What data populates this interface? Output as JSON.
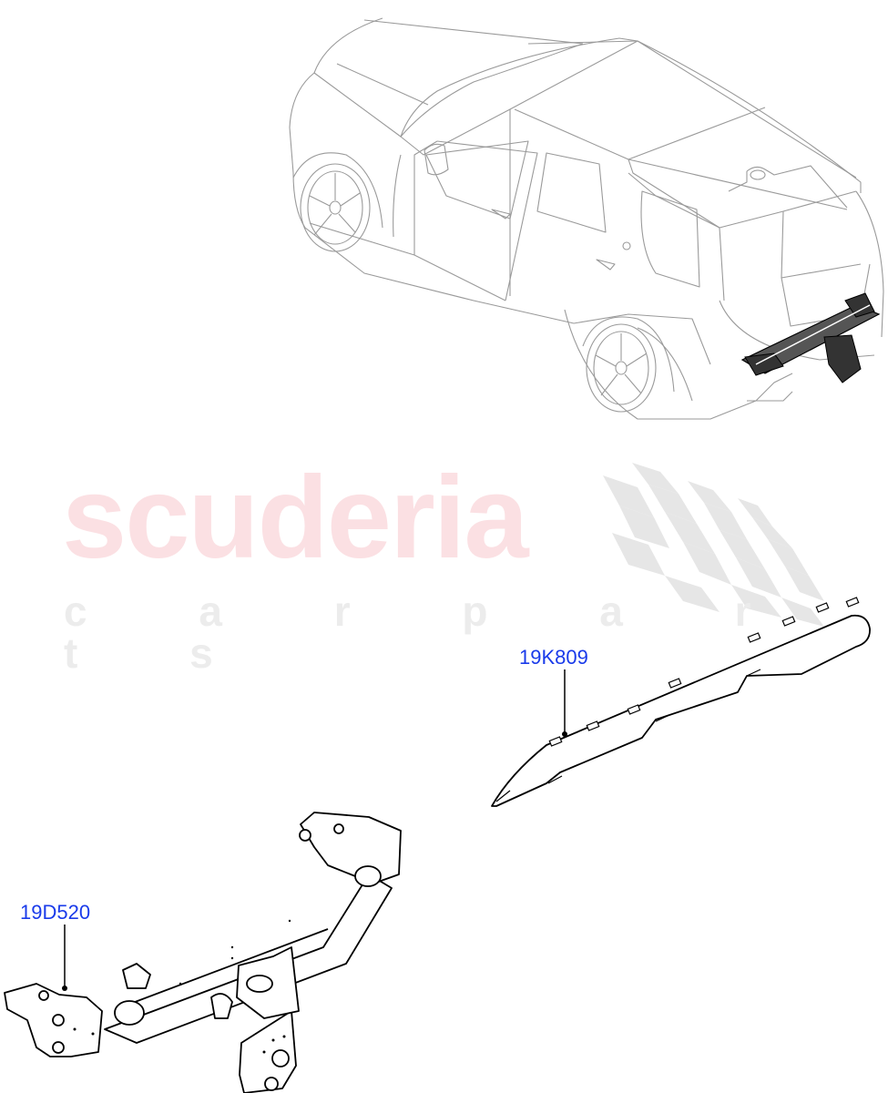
{
  "watermark": {
    "brand": "scuderia",
    "tagline": "c a r   p a r t s",
    "brand_color": "#fbe0e3",
    "tagline_color": "#ececec",
    "flag_color": "#e6e6e6"
  },
  "diagram": {
    "vehicle": "SUV overview, rear three-quarter view",
    "highlight": "rear tow bar assembly location"
  },
  "callouts": [
    {
      "id": "19K809",
      "label": "19K809",
      "part": "rear bumper lower trim / valance"
    },
    {
      "id": "19D520",
      "label": "19D520",
      "part": "tow bar assembly"
    }
  ],
  "colors": {
    "callout_text": "#1a3bea",
    "line_art": "#000000",
    "vehicle_ghost": "#9a9a9a"
  }
}
